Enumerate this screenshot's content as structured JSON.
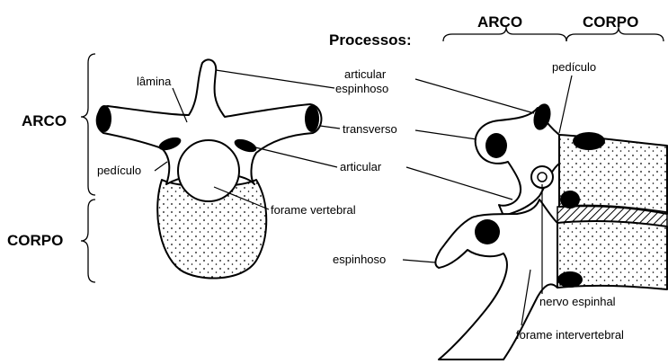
{
  "side_labels": {
    "arco": "ARCO",
    "corpo": "CORPO"
  },
  "top_view": {
    "lamina": "lâmina",
    "pediculo": "pedículo",
    "articular_espinhoso": [
      "articular",
      "espinhoso"
    ],
    "transverso": "transverso",
    "articular": "articular",
    "forame_vertebral": "forame vertebral"
  },
  "lateral_view": {
    "processos": "Processos:",
    "arco": "ARCO",
    "corpo": "CORPO",
    "pediculo": "pedículo",
    "espinhoso": "espinhoso",
    "nervo_espinhal": "nervo espinhal",
    "forame_intervertebral": "forame intervertebral"
  },
  "colors": {
    "ink": "#000000",
    "paper": "#ffffff",
    "disc_hatch": "#000000"
  }
}
